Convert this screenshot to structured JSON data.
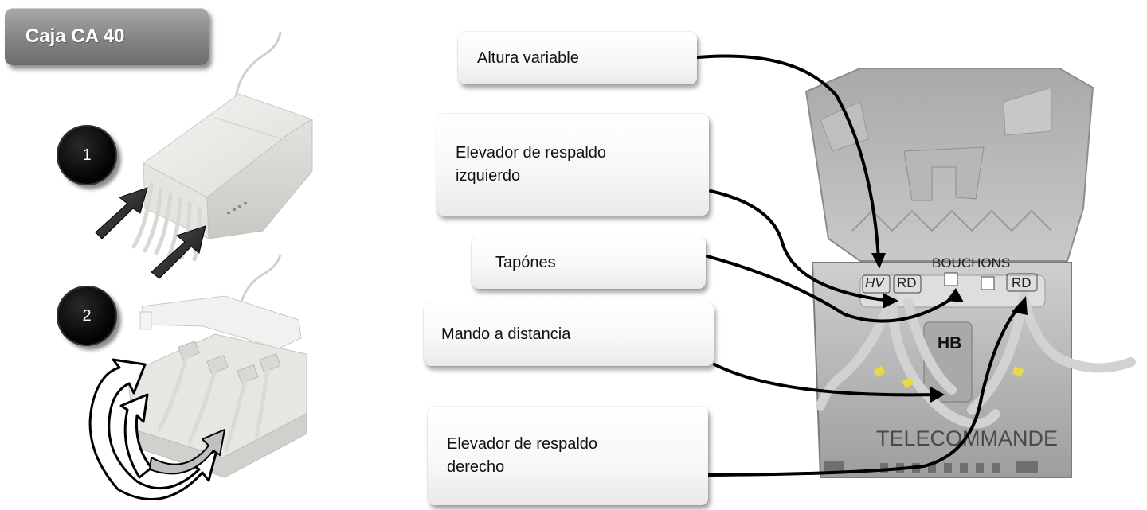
{
  "title": "Caja CA 40",
  "steps": [
    {
      "number": "1"
    },
    {
      "number": "2"
    }
  ],
  "labels": {
    "altura_variable": "Altura variable",
    "elevador_izquierdo": "Elevador de respaldo\nizquierdo",
    "tapones": "Tapónes",
    "mando_distancia": "Mando a distancia",
    "elevador_derecho": "Elevador de respaldo\nderecho"
  },
  "photo_labels": {
    "hv": "HV",
    "rd_left": "RD",
    "bouchons": "BOUCHONS",
    "rd_right": "RD",
    "hb": "HB",
    "telecommande": "TELECOMMANDE"
  },
  "colors": {
    "title_bg": "#8a8a8a",
    "step_bg": "#000000",
    "arrow": "#000000",
    "box_plastic": "#e9e9e6",
    "photo_plastic": "#bdbdbd"
  },
  "icons": [
    "push-arrow-icon",
    "open-lid-arrow-icon"
  ]
}
